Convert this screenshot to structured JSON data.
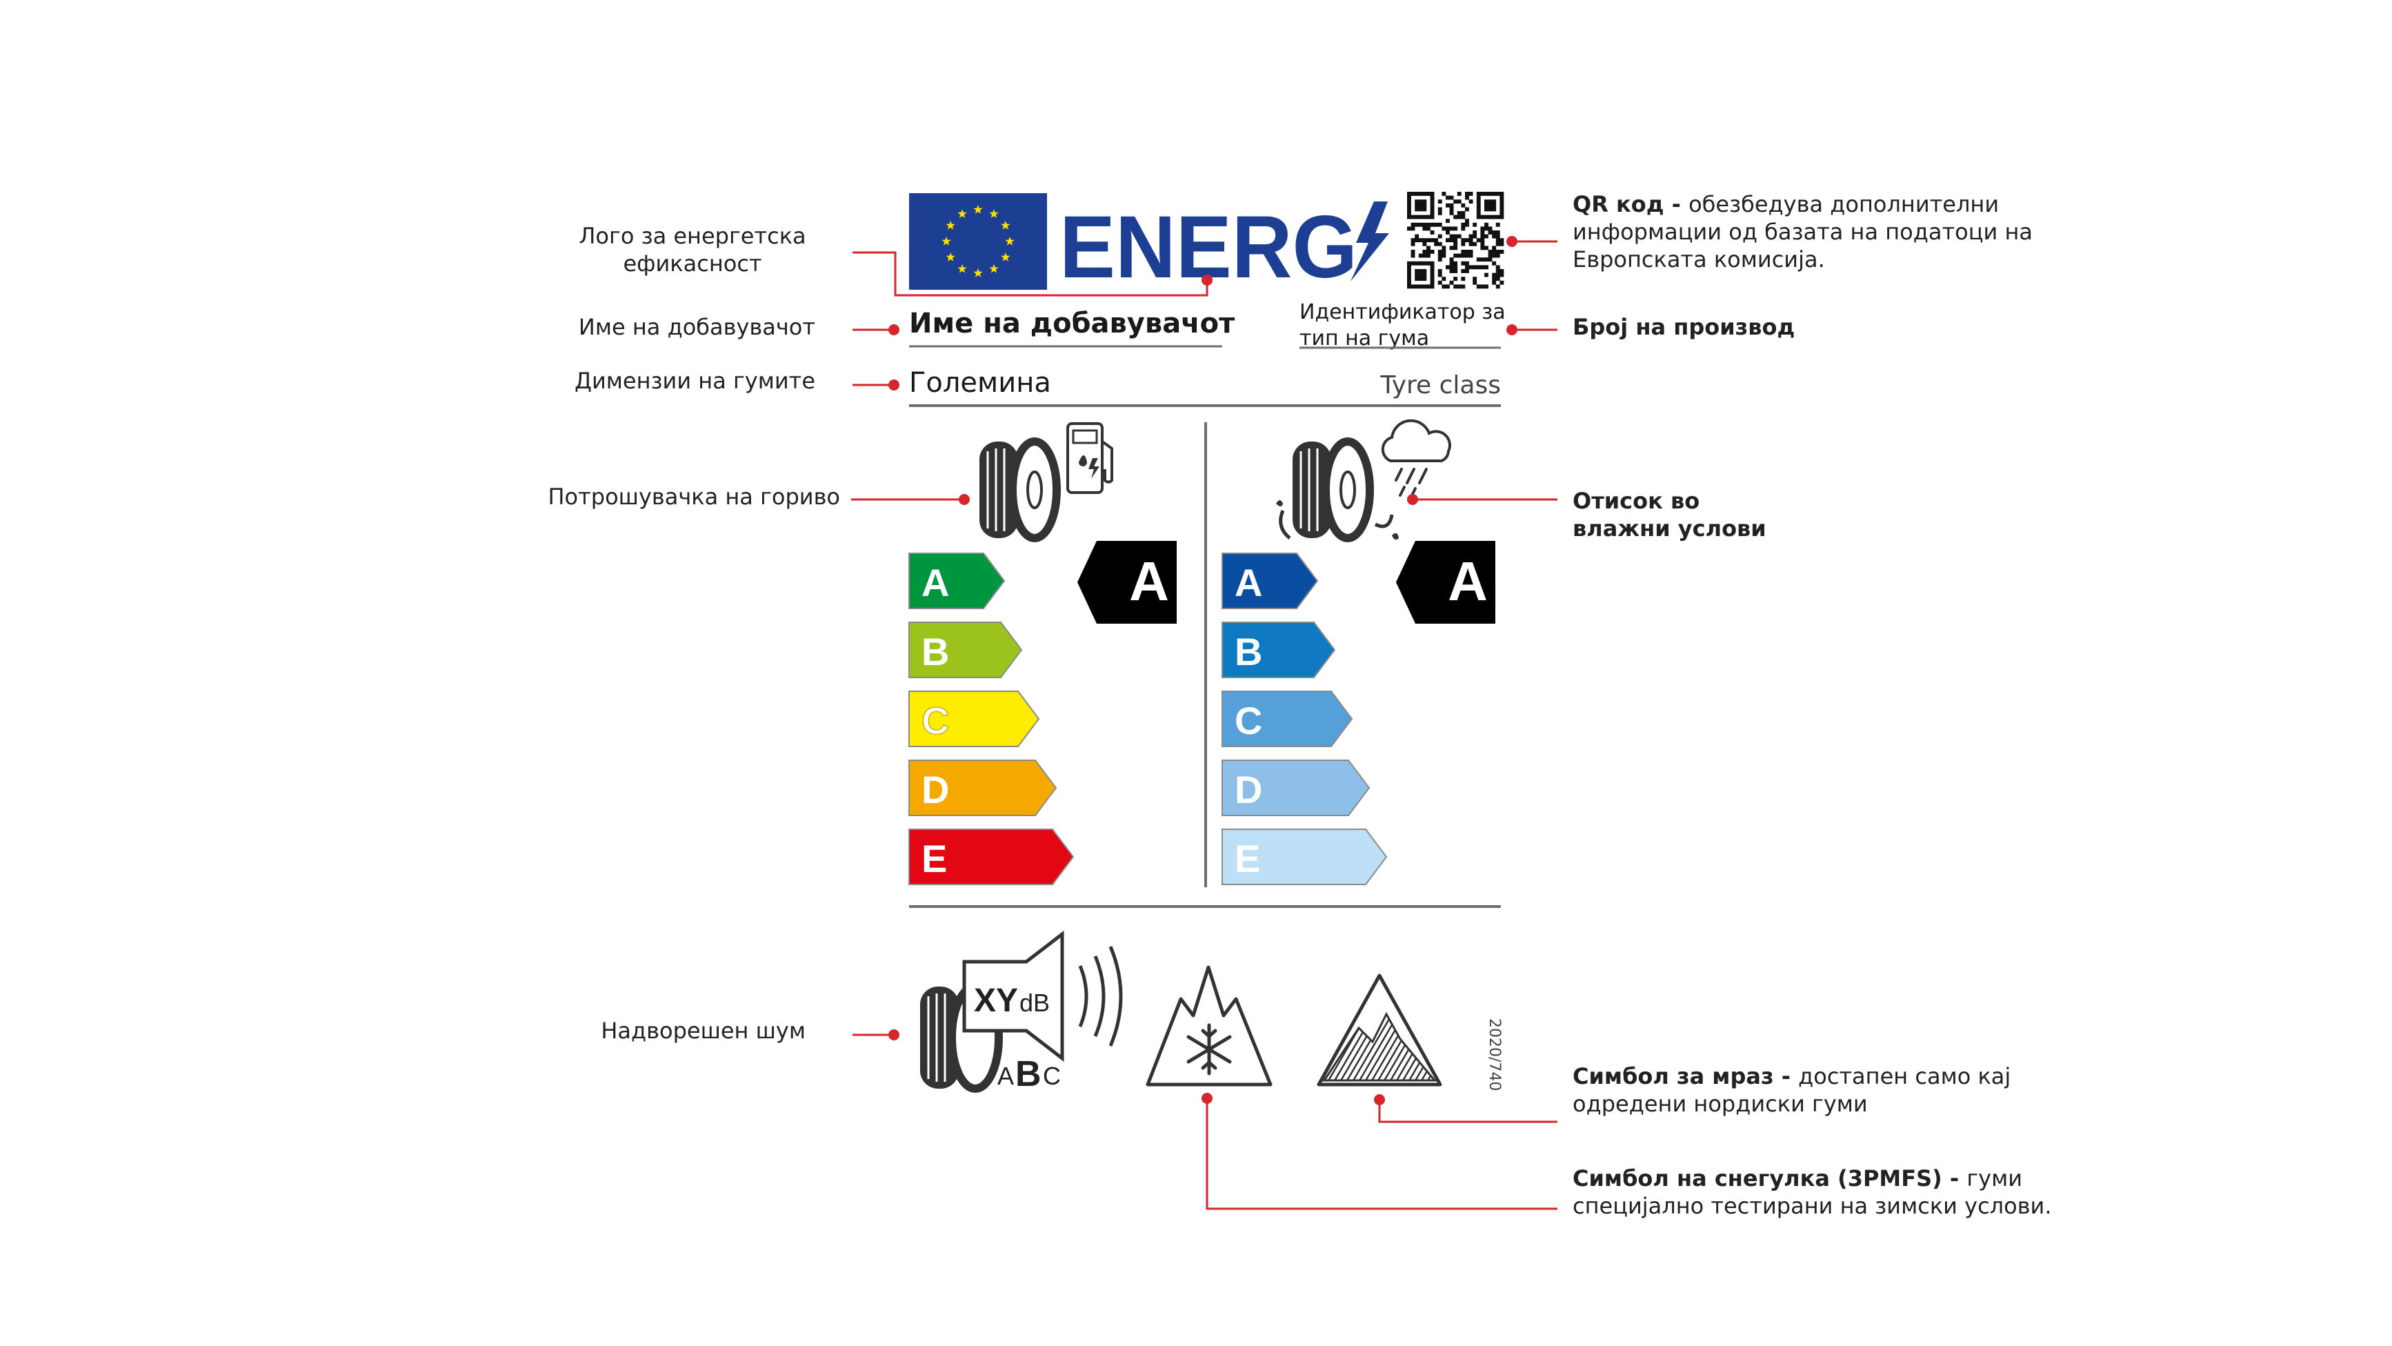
{
  "colors": {
    "eu_blue": "#1c3f94",
    "eu_star": "#ffde00",
    "callout_line": "#d6252b",
    "text": "#222222",
    "rule": "#6d6d6d",
    "fuel_classes": [
      "#009640",
      "#9bc31c",
      "#ffed00",
      "#f5a800",
      "#e30613"
    ],
    "grip_classes": [
      "#0a4ea2",
      "#0f79c2",
      "#55a0d8",
      "#8dbfe8",
      "#bde0f7"
    ],
    "marker_fill": "#000000",
    "marker_text": "#ffffff"
  },
  "label": {
    "brand_word": "ENERG",
    "supplier_name": "Име на добавувачот",
    "tyre_type_id": [
      "Идентификатор за",
      "тип на гума"
    ],
    "size": "Големина",
    "tyre_class": "Tyre class",
    "noise_value": "XY",
    "noise_unit": "dB",
    "noise_classes": [
      "A",
      "B",
      "C"
    ],
    "regulation": "2020/740",
    "fuel_scale": [
      "A",
      "B",
      "C",
      "D",
      "E"
    ],
    "grip_scale": [
      "A",
      "B",
      "C",
      "D",
      "E"
    ],
    "fuel_rating": "A",
    "grip_rating": "A",
    "icons": {
      "eu_flag": "eu-flag-icon",
      "lightning": "lightning-icon",
      "qr": "qr-code-icon",
      "fuel_tyre": "tyre-fuel-pump-icon",
      "wet_tyre": "tyre-rain-cloud-icon",
      "noise": "tyre-noise-speaker-icon",
      "snowflake": "three-peak-mountain-snowflake-icon",
      "ice": "ice-mountain-icon"
    }
  },
  "callouts": {
    "energy_logo": [
      "Лого за енергетска",
      "ефикасност"
    ],
    "supplier": "Име на добавувачот",
    "dimensions": "Димензии на гумите",
    "fuel": "Потрошувачка на гориво",
    "noise": "Надворешен шум",
    "qr_bold": "QR код - ",
    "qr_text": [
      "обезбедува дополнителни",
      "информации од базата на податоци на",
      "Европската комисија."
    ],
    "product_number": "Број на производ",
    "wet_grip": [
      "Отисок во",
      "влажни услови"
    ],
    "ice_bold": "Симбол за мраз - ",
    "ice_text": [
      "достапен само кај",
      "одредени нордиски гуми"
    ],
    "snow_bold": "Симбол на снегулка (3PMFS) - ",
    "snow_text": [
      "гуми",
      "специјално тестирани на зимски услови."
    ]
  }
}
